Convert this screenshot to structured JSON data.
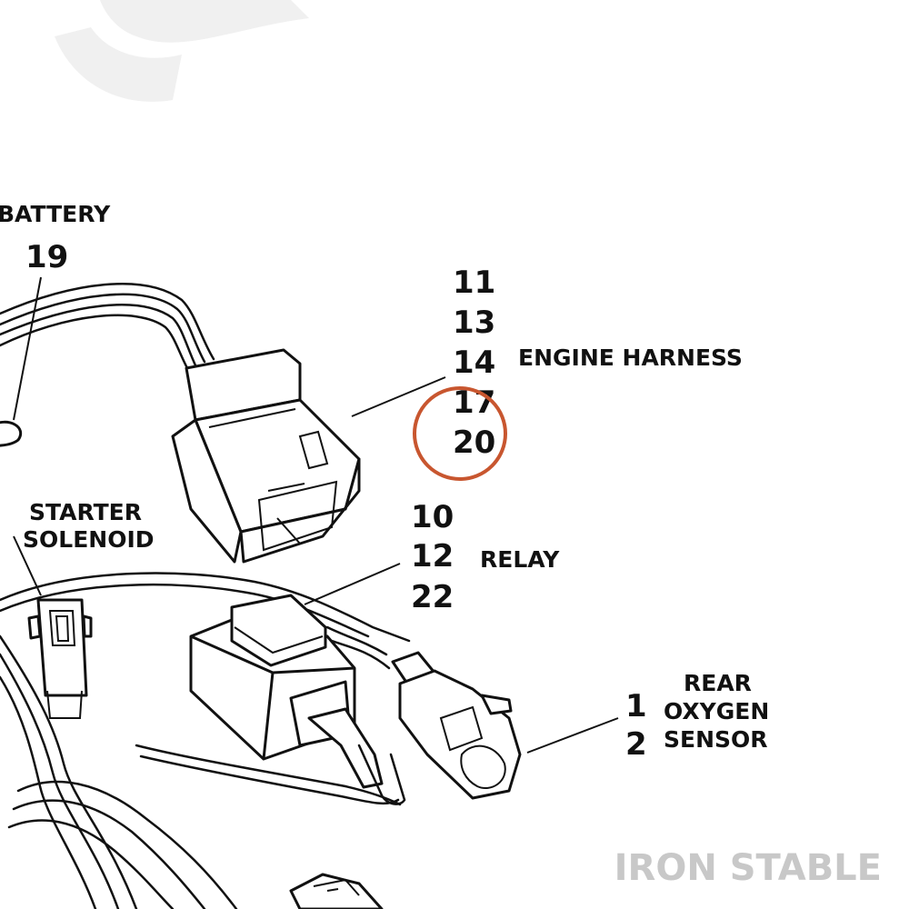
{
  "labels": {
    "battery": {
      "name": "BATTERY",
      "numbers": [
        "19"
      ]
    },
    "engine_harness": {
      "name": "ENGINE HARNESS",
      "numbers": [
        "11",
        "13",
        "14",
        "17",
        "20"
      ]
    },
    "starter_solenoid": {
      "name_line1": "STARTER",
      "name_line2": "SOLENOID"
    },
    "relay": {
      "name": "RELAY",
      "numbers": [
        "10",
        "12",
        "22"
      ]
    },
    "rear_oxygen_sensor": {
      "name_line1": "REAR",
      "name_line2": "OXYGEN",
      "name_line3": "SENSOR",
      "numbers": [
        "1",
        "2"
      ]
    }
  },
  "highlight": {
    "target": "20",
    "color": "#c8562f"
  },
  "watermark": {
    "text": "IRON STABLE",
    "color": "#c8c8c8"
  },
  "background_watermark_color": "#f0f0f0"
}
